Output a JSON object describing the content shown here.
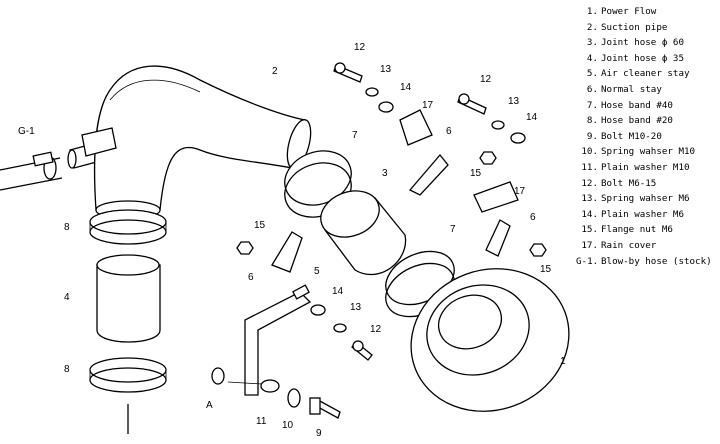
{
  "legend": [
    {
      "key": "1.",
      "text": "Power Flow"
    },
    {
      "key": "2.",
      "text": "Suction pipe"
    },
    {
      "key": "3.",
      "text": "Joint hose  ϕ 60"
    },
    {
      "key": "4.",
      "text": "Joint hose  ϕ 35"
    },
    {
      "key": "5.",
      "text": "Air cleaner stay"
    },
    {
      "key": "6.",
      "text": "Normal stay"
    },
    {
      "key": "7.",
      "text": "Hose band  #40"
    },
    {
      "key": "8.",
      "text": "Hose band  #20"
    },
    {
      "key": "9.",
      "text": "Bolt  M10-20"
    },
    {
      "key": "10.",
      "text": "Spring wahser  M10"
    },
    {
      "key": "11.",
      "text": "Plain washer  M10"
    },
    {
      "key": "12.",
      "text": "Bolt  M6-15"
    },
    {
      "key": "13.",
      "text": "Spring wahser  M6"
    },
    {
      "key": "14.",
      "text": "Plain washer  M6"
    },
    {
      "key": "15.",
      "text": "Flange nut  M6"
    },
    {
      "key": "17.",
      "text": "Rain cover"
    },
    {
      "key": "G-1.",
      "text": "Blow-by hose (stock)"
    }
  ],
  "callouts": {
    "c1": "1",
    "c2": "2",
    "c3": "3",
    "c4": "4",
    "c5": "5",
    "c6a": "6",
    "c6b": "6",
    "c6c": "6",
    "c7a": "7",
    "c7b": "7",
    "c8a": "8",
    "c8b": "8",
    "c9": "9",
    "c10": "10",
    "c11": "11",
    "c12a": "12",
    "c12b": "12",
    "c12c": "12",
    "c13a": "13",
    "c13b": "13",
    "c13c": "13",
    "c14a": "14",
    "c14b": "14",
    "c14c": "14",
    "c15a": "15",
    "c15b": "15",
    "c15c": "15",
    "c17a": "17",
    "c17b": "17",
    "cG1": "G-1",
    "cA": "A"
  }
}
